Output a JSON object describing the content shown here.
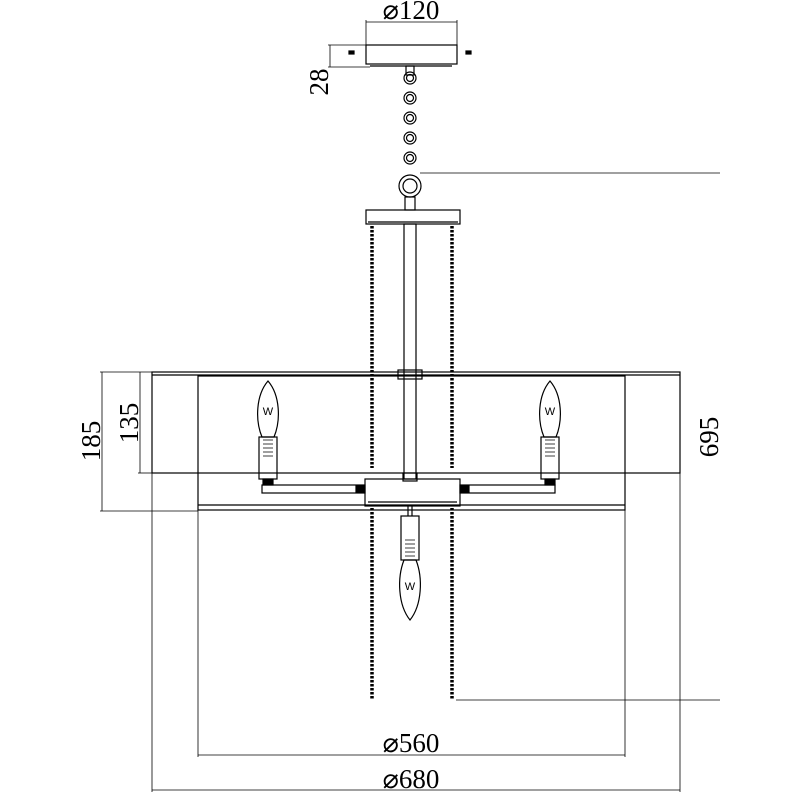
{
  "dimensions": {
    "canopy_diameter": "⌀120",
    "canopy_height": "28",
    "shade_outer_height": "185",
    "shade_inner_height": "135",
    "overall_height": "695",
    "inner_diameter": "⌀560",
    "outer_diameter": "⌀680"
  },
  "bulb_mark": "W",
  "colors": {
    "line": "#000000",
    "background": "#ffffff"
  }
}
